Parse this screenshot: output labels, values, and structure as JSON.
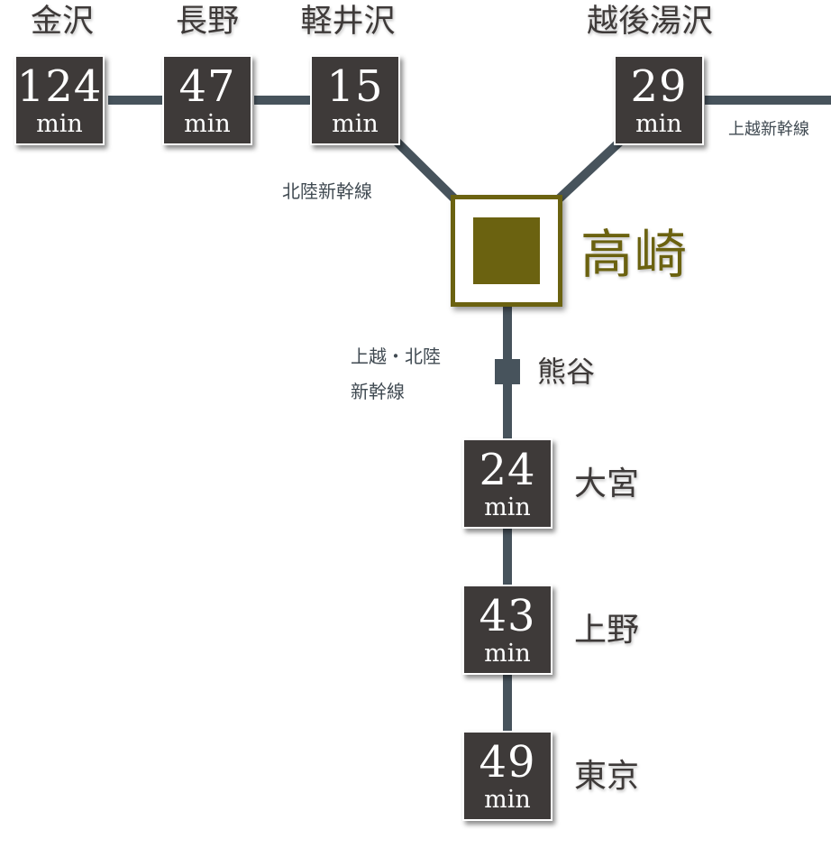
{
  "hub": {
    "name": "高崎"
  },
  "lines": {
    "hokuriku": "北陸新幹線",
    "joetsu": "上越新幹線",
    "south_line_1": "上越・北陸",
    "south_line_2": "新幹線"
  },
  "stations": {
    "kanazawa": {
      "name": "金沢",
      "minutes": "124",
      "unit": "min"
    },
    "nagano": {
      "name": "長野",
      "minutes": "47",
      "unit": "min"
    },
    "karuizawa": {
      "name": "軽井沢",
      "minutes": "15",
      "unit": "min"
    },
    "echigoyuzawa": {
      "name": "越後湯沢",
      "minutes": "29",
      "unit": "min"
    },
    "kumagaya": {
      "name": "熊谷"
    },
    "omiya": {
      "name": "大宮",
      "minutes": "24",
      "unit": "min"
    },
    "ueno": {
      "name": "上野",
      "minutes": "43",
      "unit": "min"
    },
    "tokyo": {
      "name": "東京",
      "minutes": "49",
      "unit": "min"
    }
  },
  "colors": {
    "track": "#47535c",
    "box": "#3e3a39",
    "hub": "#6b6210"
  }
}
